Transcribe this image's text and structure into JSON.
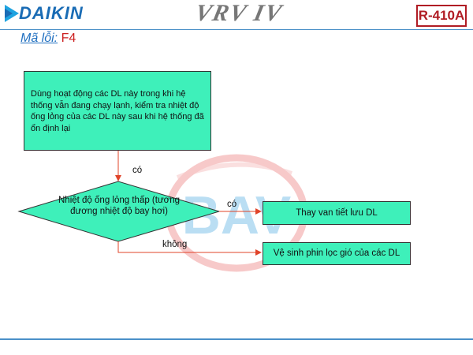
{
  "header": {
    "brand": "DAIKIN",
    "product": "VRV IV",
    "refrigerant": "R-410A"
  },
  "title": {
    "label": "Mã lỗi:",
    "code": "F4"
  },
  "flowchart": {
    "step_box": "Dùng hoạt động các DL này trong khi hệ thống vẫn đang chạy lạnh, kiểm tra nhiệt độ ống lỏng của các DL này sau khi hệ thống đã ổn định lại",
    "decision": "Nhiệt độ ống lỏng thấp (tương đương nhiệt độ bay hơi)",
    "yes_label_top": "có",
    "yes_label_right": "có",
    "no_label": "không",
    "yes_result": "Thay van tiết lưu DL",
    "no_result": "Vệ sinh phin lọc gió của các DL"
  },
  "watermark": {
    "text": "BAV"
  },
  "colors": {
    "box_fill": "#3ef0ba",
    "arrow": "#e0442a",
    "brand_blue": "#1a6cb5",
    "accent_red": "#cc1f1f"
  }
}
